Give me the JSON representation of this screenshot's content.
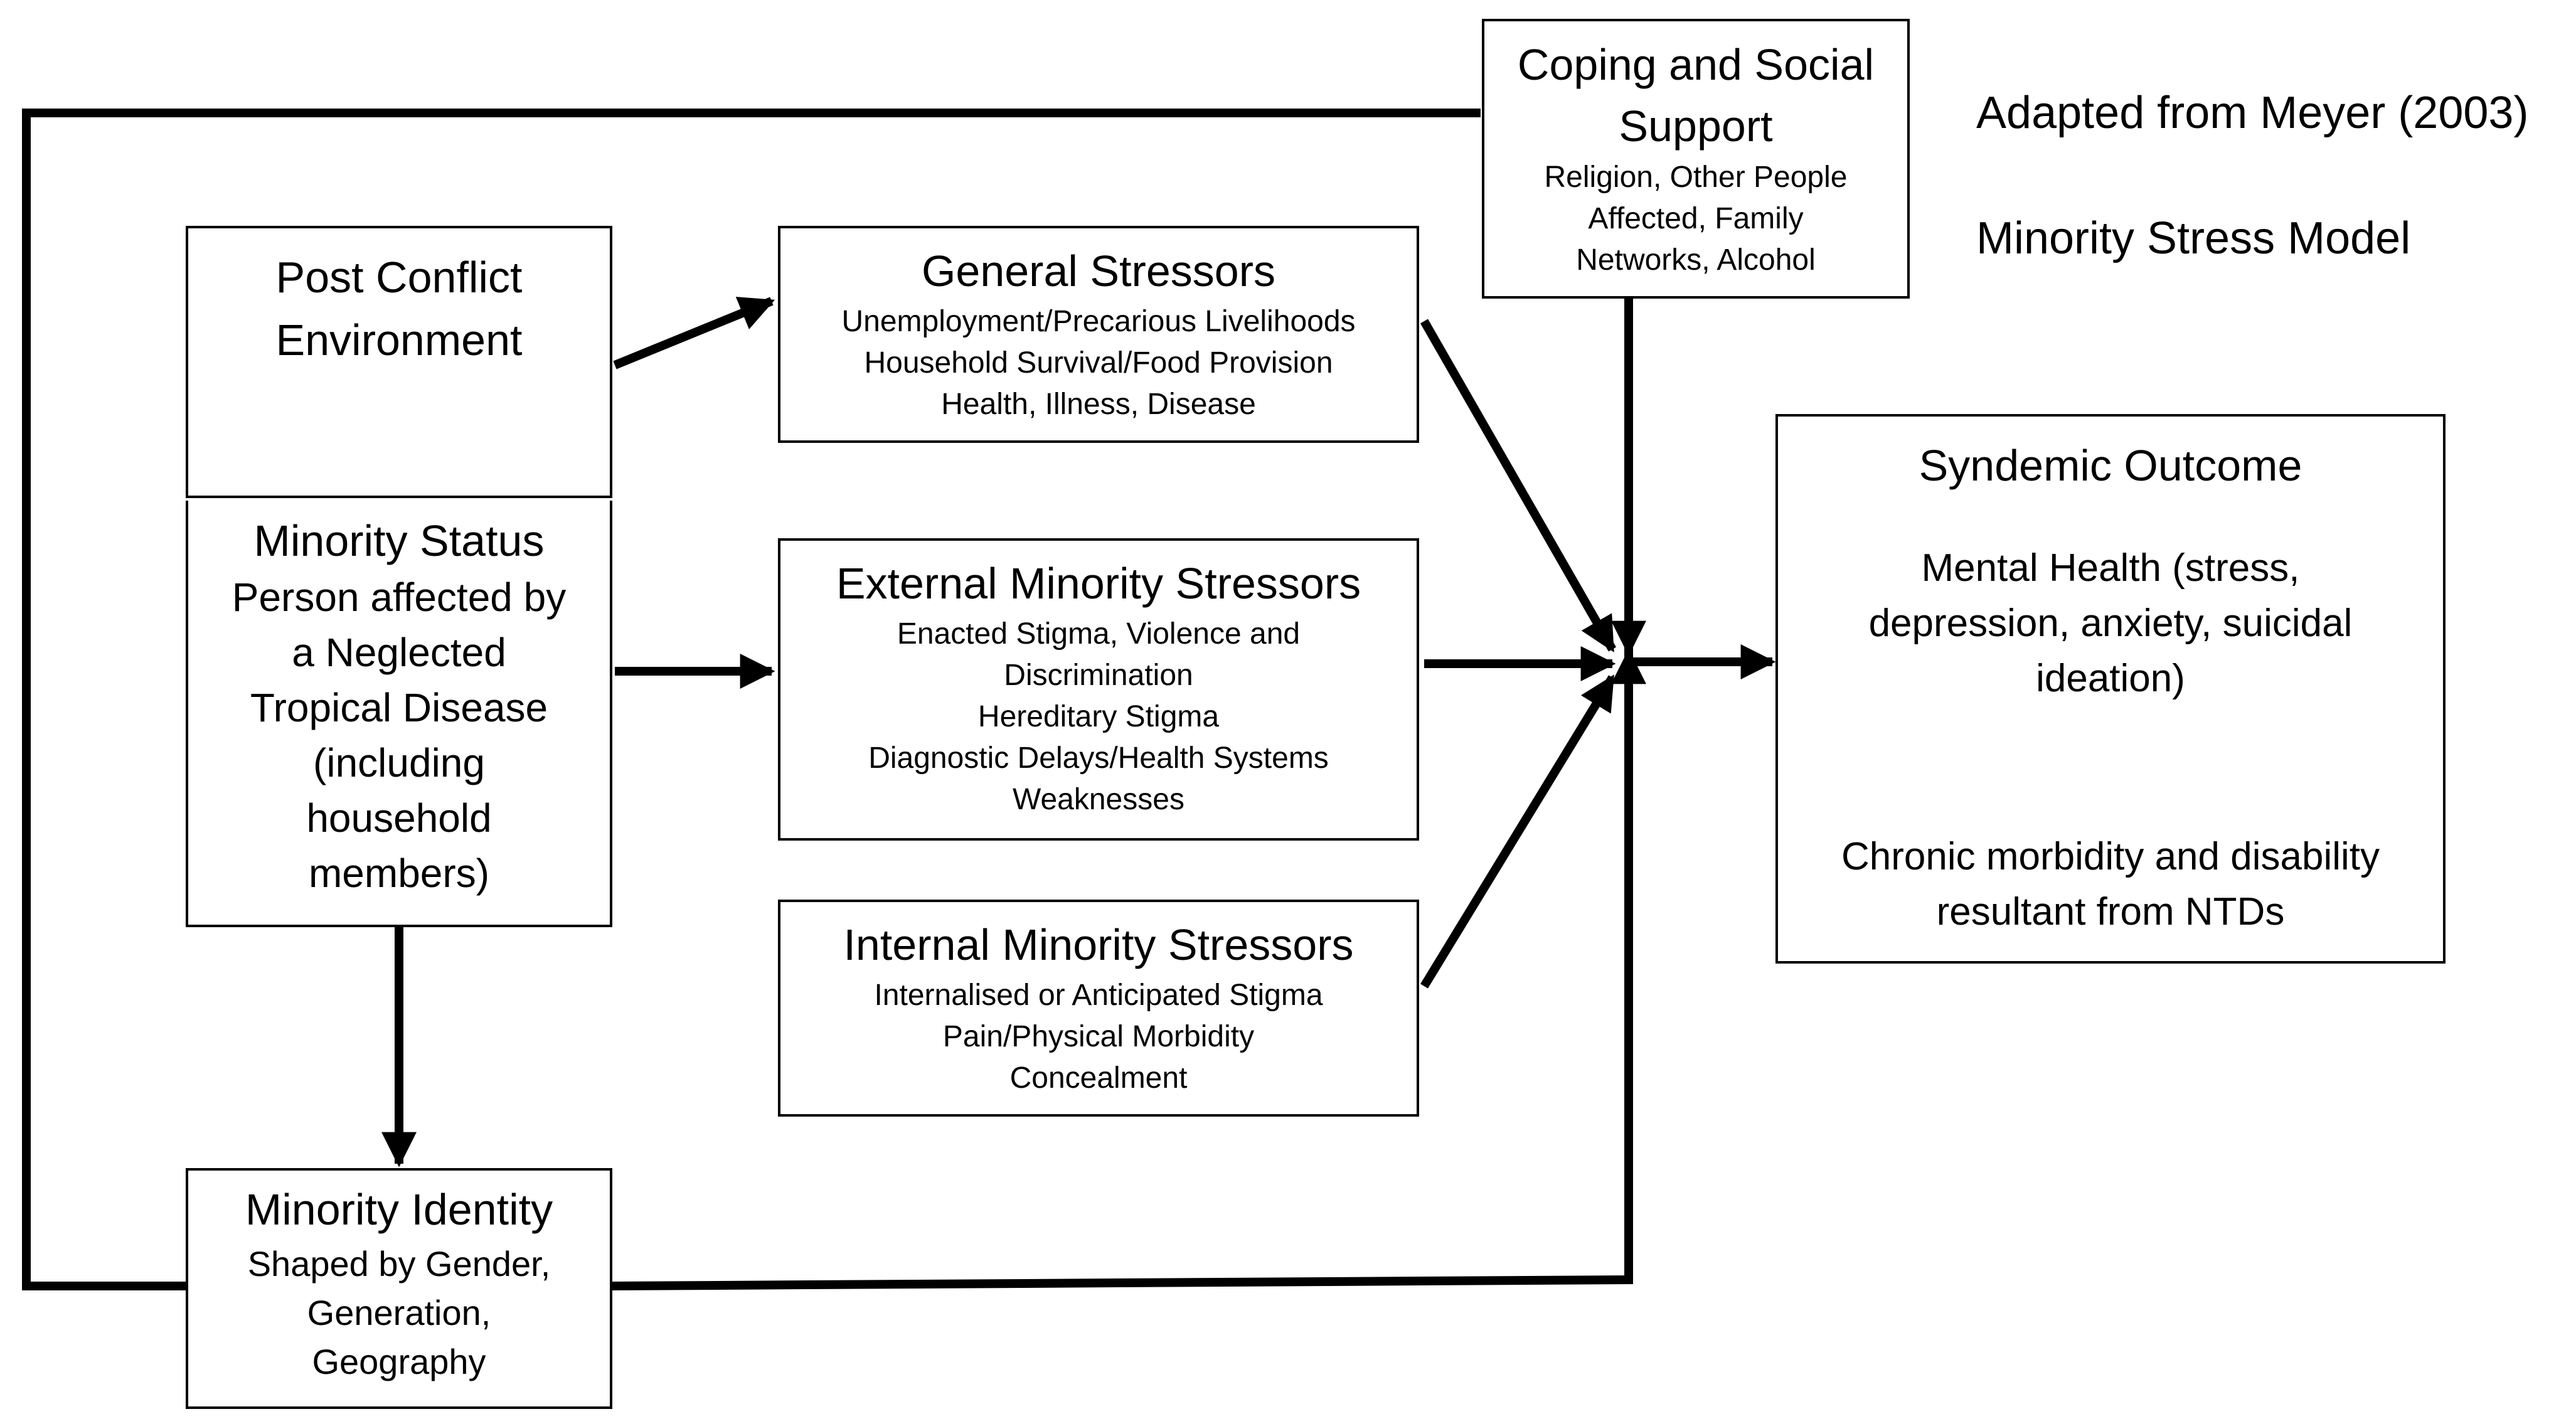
{
  "attribution": {
    "line1": "Adapted from Meyer (2003)",
    "line2": "Minority Stress Model"
  },
  "boxes": {
    "post_conflict": {
      "title": "Post Conflict\nEnvironment"
    },
    "minority_status": {
      "title": "Minority Status",
      "body": "Person affected by\na Neglected\nTropical Disease\n(including\nhousehold\nmembers)"
    },
    "minority_identity": {
      "title": "Minority Identity",
      "items": [
        "Shaped by Gender,",
        "Generation,",
        "Geography"
      ]
    },
    "general_stressors": {
      "title": "General Stressors",
      "items": [
        "Unemployment/Precarious Livelihoods",
        "Household Survival/Food Provision",
        "Health, Illness, Disease"
      ]
    },
    "external_stressors": {
      "title": "External Minority Stressors",
      "items": [
        "Enacted Stigma, Violence and",
        "Discrimination",
        "Hereditary Stigma",
        "Diagnostic Delays/Health Systems",
        "Weaknesses"
      ]
    },
    "internal_stressors": {
      "title": "Internal Minority Stressors",
      "items": [
        "Internalised or Anticipated Stigma",
        "Pain/Physical Morbidity",
        "Concealment"
      ]
    },
    "coping": {
      "title": "Coping and Social\nSupport",
      "items": [
        "Religion, Other People",
        "Affected, Family",
        "Networks, Alcohol"
      ]
    },
    "syndemic": {
      "title": "Syndemic Outcome",
      "mental_health": "Mental Health (stress,\ndepression, anxiety, suicidal\nideation)",
      "chronic": "Chronic morbidity and disability\nresultant from NTDs"
    }
  }
}
